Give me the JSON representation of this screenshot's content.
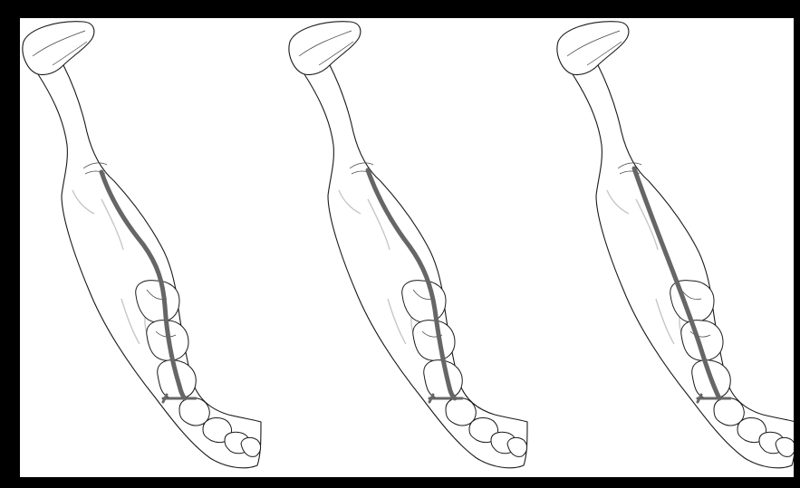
{
  "figure": {
    "panels": [
      {
        "id": "left",
        "canal_path": "curved-high"
      },
      {
        "id": "middle",
        "canal_path": "curved-mid"
      },
      {
        "id": "right",
        "canal_path": "straight"
      }
    ]
  },
  "colors": {
    "frame": "#000000",
    "background": "#ffffff",
    "outline": "#1a1a1a",
    "canal": "#666666"
  }
}
